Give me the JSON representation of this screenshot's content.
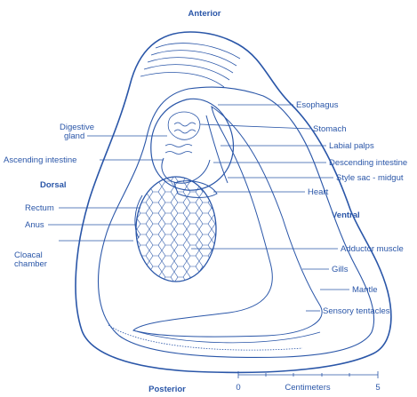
{
  "diagram": {
    "orientation": {
      "anterior": "Anterior",
      "posterior": "Posterior",
      "dorsal": "Dorsal",
      "ventral": "Ventral"
    },
    "labels": {
      "esophagus": "Esophagus",
      "stomach": "Stomach",
      "digestive_gland_1": "Digestive",
      "digestive_gland_2": "gland",
      "labial_palps": "Labial palps",
      "ascending_intestine": "Ascending intestine",
      "descending_intestine": "Descending intestine",
      "style_sac": "Style sac - midgut",
      "heart": "Heart",
      "rectum": "Rectum",
      "anus": "Anus",
      "cloacal_chamber_1": "Cloacal",
      "cloacal_chamber_2": "chamber",
      "adductor_muscle": "Adductor muscle",
      "gills": "Gills",
      "mantle": "Mantle",
      "sensory_tentacles": "Sensory tentacles"
    },
    "scale": {
      "start": "0",
      "unit": "Centimeters",
      "end": "5"
    },
    "colors": {
      "ink": "#2a56a8",
      "background": "#ffffff"
    }
  }
}
